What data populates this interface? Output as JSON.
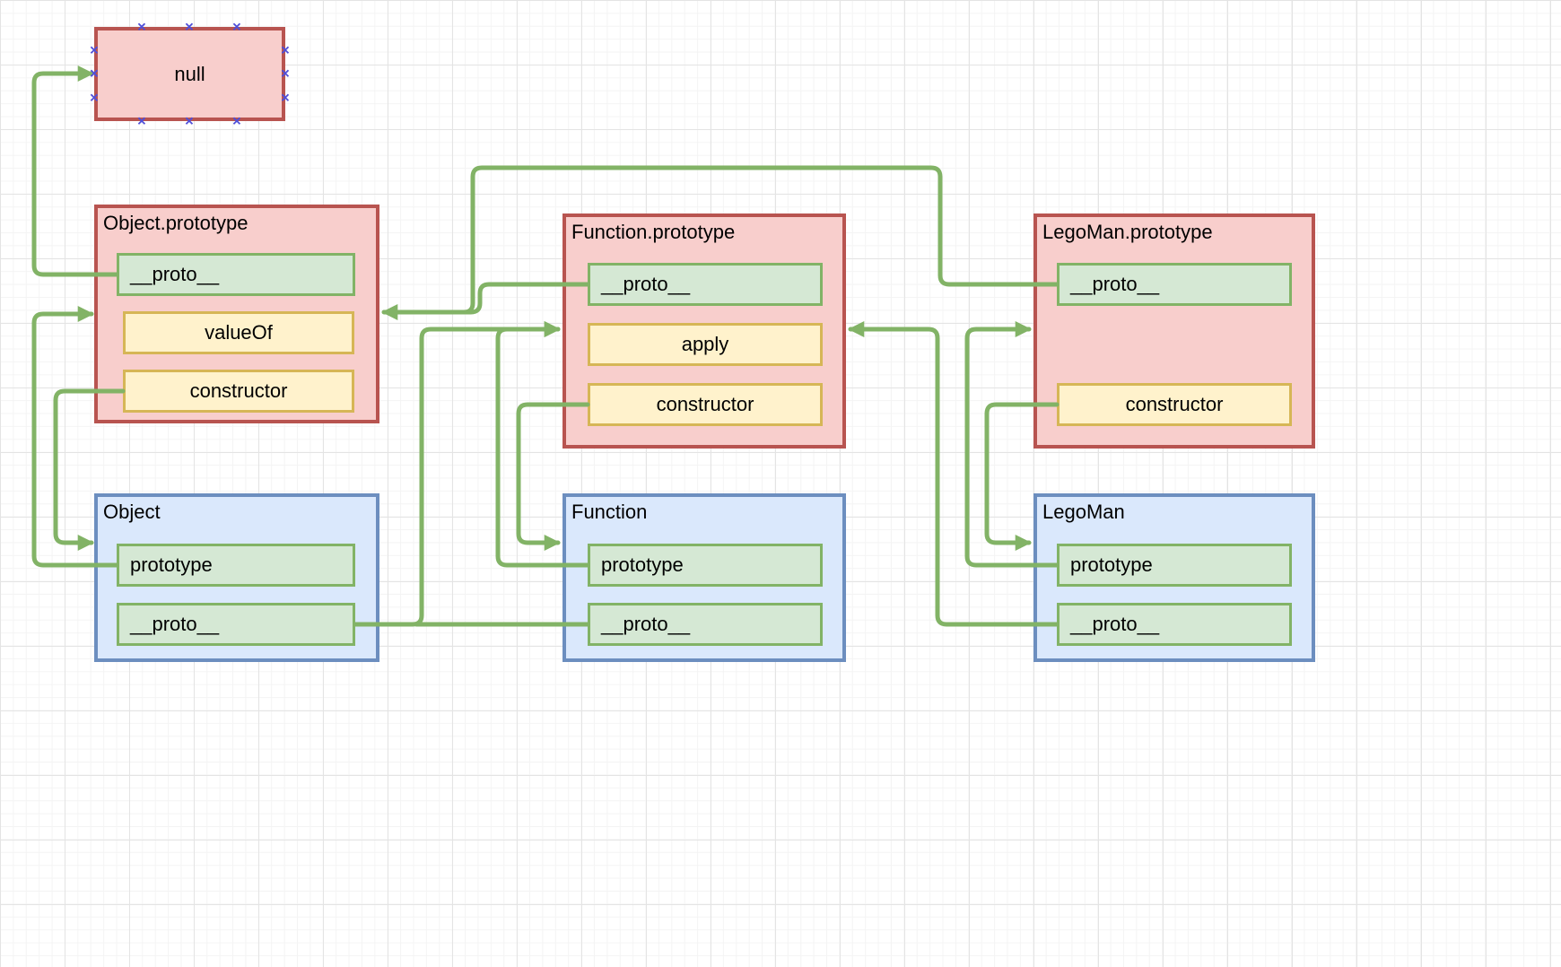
{
  "colors": {
    "prototype_box_fill": "#f8cecc",
    "prototype_box_stroke": "#b85450",
    "reference_field_fill": "#d5e8d4",
    "reference_field_stroke": "#82b366",
    "method_field_fill": "#fff2cc",
    "method_field_stroke": "#d6b656",
    "constructor_box_fill": "#dae8fc",
    "constructor_box_stroke": "#6c8ebf",
    "arrow": "#82b366",
    "connection_point": "#4f4fd9"
  },
  "icons": {
    "connection_point": "✕"
  },
  "nodes": {
    "null_box": {
      "label": "null"
    },
    "object_prototype": {
      "title": "Object.prototype",
      "fields": {
        "proto": "__proto__",
        "value_of": "valueOf",
        "constructor": "constructor"
      }
    },
    "function_prototype": {
      "title": "Function.prototype",
      "fields": {
        "proto": "__proto__",
        "apply": "apply",
        "constructor": "constructor"
      }
    },
    "legoman_prototype": {
      "title": "LegoMan.prototype",
      "fields": {
        "proto": "__proto__",
        "constructor": "constructor"
      }
    },
    "object": {
      "title": "Object",
      "fields": {
        "prototype": "prototype",
        "proto": "__proto__"
      }
    },
    "function": {
      "title": "Function",
      "fields": {
        "prototype": "prototype",
        "proto": "__proto__"
      }
    },
    "legoman": {
      "title": "LegoMan",
      "fields": {
        "prototype": "prototype",
        "proto": "__proto__"
      }
    }
  },
  "edges": [
    {
      "source": "Object.prototype.__proto__",
      "target": "null"
    },
    {
      "source": "Object.prototype.constructor",
      "target": "Object"
    },
    {
      "source": "Object.prototype (property)",
      "target": "Object.prototype"
    },
    {
      "source": "Function.prototype.__proto__",
      "target": "Object.prototype"
    },
    {
      "source": "LegoMan.prototype.__proto__",
      "target": "Object.prototype"
    },
    {
      "source": "Function.prototype.constructor",
      "target": "Function"
    },
    {
      "source": "Function.prototype (property)",
      "target": "Function.prototype"
    },
    {
      "source": "Object.__proto__",
      "target": "Function.prototype"
    },
    {
      "source": "Function.__proto__",
      "target": "Function.prototype"
    },
    {
      "source": "LegoMan.prototype.constructor",
      "target": "LegoMan"
    },
    {
      "source": "LegoMan.prototype (property)",
      "target": "LegoMan.prototype"
    },
    {
      "source": "LegoMan.__proto__",
      "target": "Function.prototype"
    }
  ]
}
